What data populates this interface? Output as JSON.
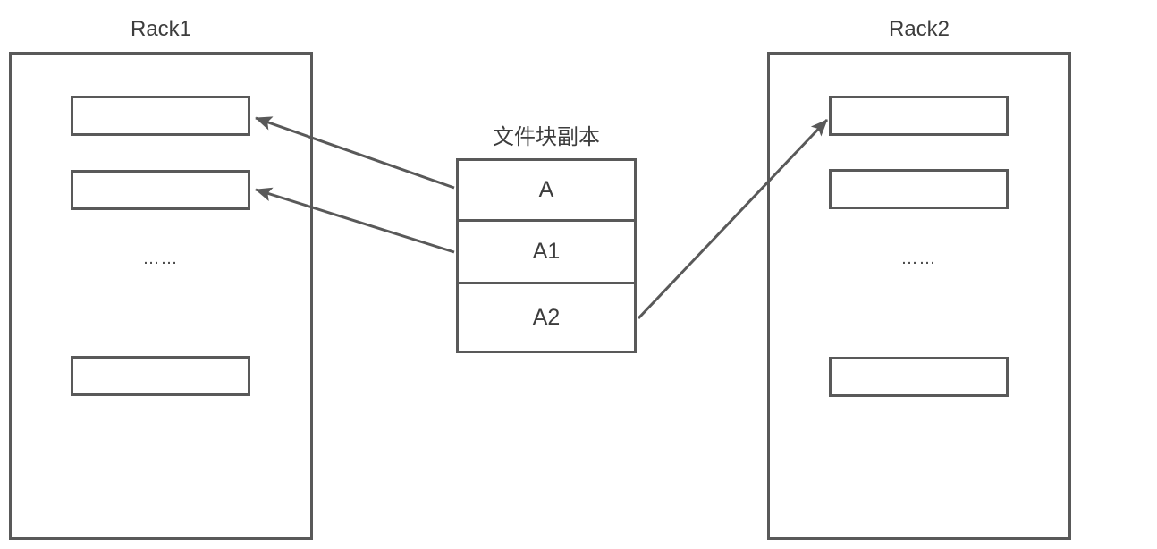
{
  "colors": {
    "stroke": "#595959",
    "text": "#3d3d3d",
    "background": "#ffffff"
  },
  "racks": {
    "rack1": {
      "title": "Rack1",
      "ellipsis": "……",
      "slot_count": 3
    },
    "rack2": {
      "title": "Rack2",
      "ellipsis": "……",
      "slot_count": 3
    }
  },
  "block_table": {
    "title": "文件块副本",
    "cells": [
      "A",
      "A1",
      "A2"
    ]
  },
  "arrows": [
    {
      "from": "A",
      "to": "rack1-slot-1"
    },
    {
      "from": "A1",
      "to": "rack1-slot-2"
    },
    {
      "from": "A2",
      "to": "rack2-slot-1"
    }
  ]
}
